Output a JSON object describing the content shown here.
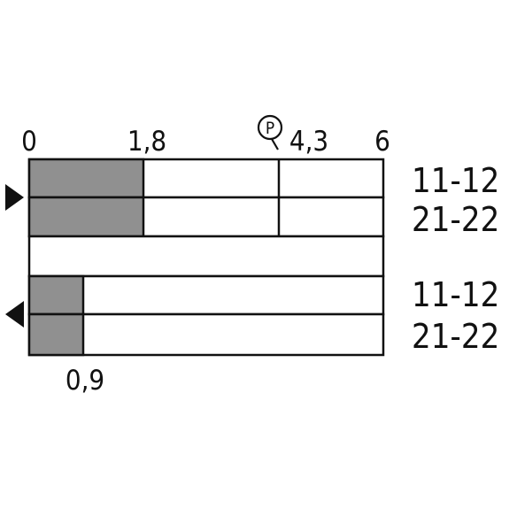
{
  "diagram": {
    "scale": {
      "min": 0,
      "max": 6,
      "top_ticks": [
        {
          "value": 0,
          "label": "0"
        },
        {
          "value": 1.8,
          "label": "1,8"
        },
        {
          "value": 4.3,
          "label": "4,3"
        },
        {
          "value": 6,
          "label": "6"
        }
      ],
      "bottom_ticks": [
        {
          "value": 0.9,
          "label": "0,9"
        }
      ],
      "p_marker": {
        "value": 4.3,
        "label": "P"
      }
    },
    "colors": {
      "bar": "#909090",
      "line": "#111111",
      "background": "#ffffff"
    },
    "groups": [
      {
        "direction": "right",
        "direction_icon": "triangle-right-icon",
        "rows": [
          {
            "label": "11-12",
            "bar_end": 1.8,
            "divider": 4.3
          },
          {
            "label": "21-22",
            "bar_end": 1.8,
            "divider": 4.3
          }
        ]
      },
      {
        "direction": "left",
        "direction_icon": "triangle-left-icon",
        "rows": [
          {
            "label": "11-12",
            "bar_end": 0.9
          },
          {
            "label": "21-22",
            "bar_end": 0.9
          }
        ]
      }
    ]
  }
}
